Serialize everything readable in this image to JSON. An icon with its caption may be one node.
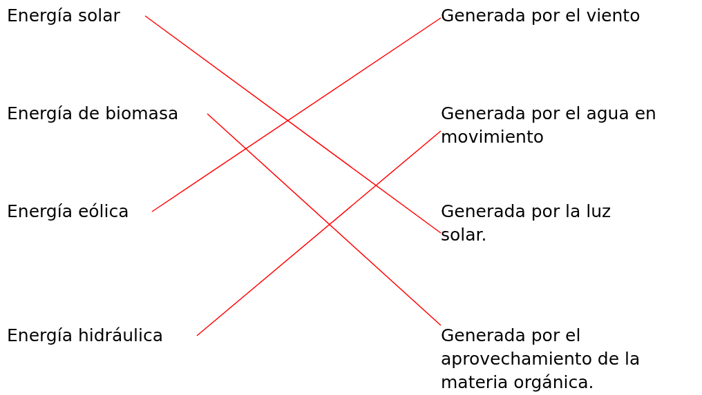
{
  "diagram": {
    "nodes": [
      {
        "text": [
          "Energía solar"
        ]
      },
      {
        "text": [
          "Energía de biomasa"
        ]
      },
      {
        "text": [
          "Energía eólica"
        ]
      },
      {
        "text": [
          "Energía hidráulica"
        ]
      },
      {
        "text": [
          "Generada por el viento"
        ]
      },
      {
        "text": [
          "Generada por el agua en movimiento"
        ]
      },
      {
        "text": [
          "Generada por la luz solar."
        ]
      },
      {
        "text": [
          "Generada por el aprovechamiento de la materia orgánica."
        ]
      }
    ],
    "edges": [
      {
        "from": 0,
        "to": 6,
        "arrow": "none",
        "color": "#ff0000"
      },
      {
        "from": 1,
        "to": 7,
        "arrow": "none",
        "color": "#ff0000"
      },
      {
        "from": 2,
        "to": 4,
        "arrow": "none",
        "color": "#ff0000"
      },
      {
        "from": 3,
        "to": 5,
        "arrow": "none",
        "color": "#ff0000"
      }
    ]
  }
}
